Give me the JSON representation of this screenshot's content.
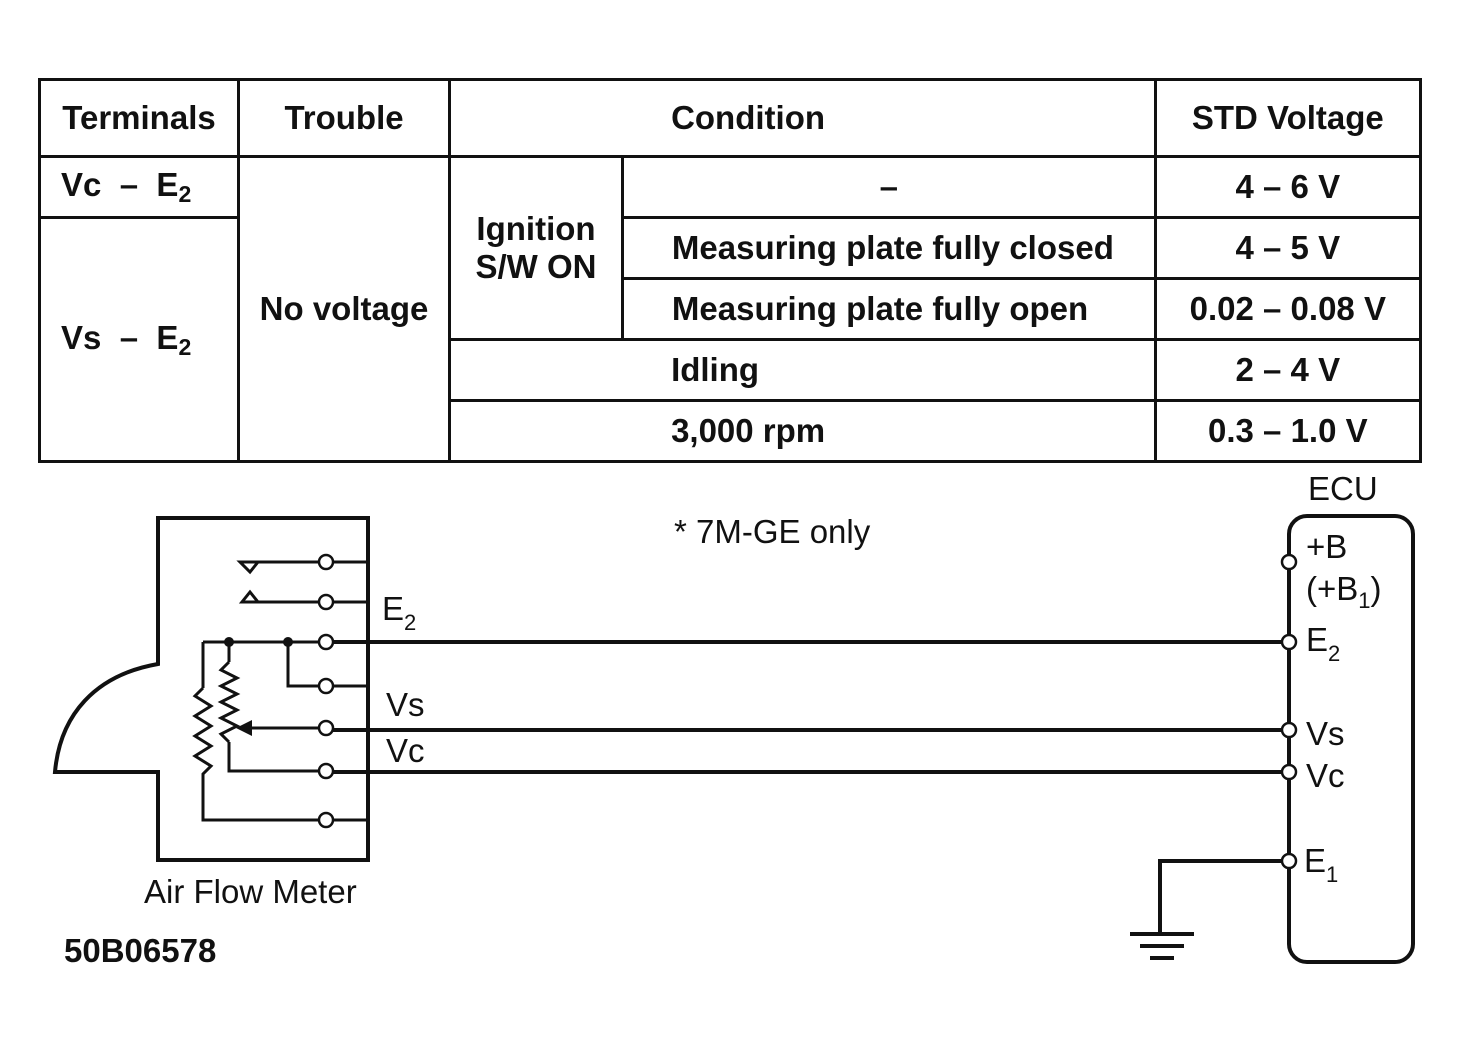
{
  "table": {
    "headers": {
      "terminals": "Terminals",
      "trouble": "Trouble",
      "condition": "Condition",
      "std_voltage": "STD Voltage"
    },
    "rows": {
      "vc_e2": {
        "terminal_a": "Vc",
        "dash": "–",
        "terminal_b": "E",
        "terminal_b_sub": "2"
      },
      "vs_e2": {
        "terminal_a": "Vs",
        "dash": "–",
        "terminal_b": "E",
        "terminal_b_sub": "2"
      },
      "trouble": "No voltage",
      "ignition": {
        "line1": "Ignition",
        "line2": "S/W ON"
      },
      "conditions": [
        {
          "condition": "–",
          "voltage": "4 – 6 V"
        },
        {
          "condition": "Measuring plate fully closed",
          "voltage": "4 – 5 V"
        },
        {
          "condition": "Measuring plate fully open",
          "voltage": "0.02 – 0.08 V"
        },
        {
          "condition": "Idling",
          "voltage": "2 – 4 V"
        },
        {
          "condition": "3,000 rpm",
          "voltage": "0.3 – 1.0 V"
        }
      ]
    }
  },
  "diagram": {
    "note": "* 7M-GE only",
    "air_flow_meter_label": "Air Flow Meter",
    "ecu_label": "ECU",
    "afm_terminals": {
      "e2": {
        "main": "E",
        "sub": "2"
      },
      "vs": "Vs",
      "vc": "Vc"
    },
    "ecu_terminals": {
      "b": "+B",
      "b1": {
        "main": "(+B",
        "sub": "1",
        "close": ")"
      },
      "e2": {
        "main": "E",
        "sub": "2"
      },
      "vs": "Vs",
      "vc": "Vc",
      "e1": {
        "main": "E",
        "sub": "1"
      }
    },
    "figure_code": "50B06578"
  }
}
